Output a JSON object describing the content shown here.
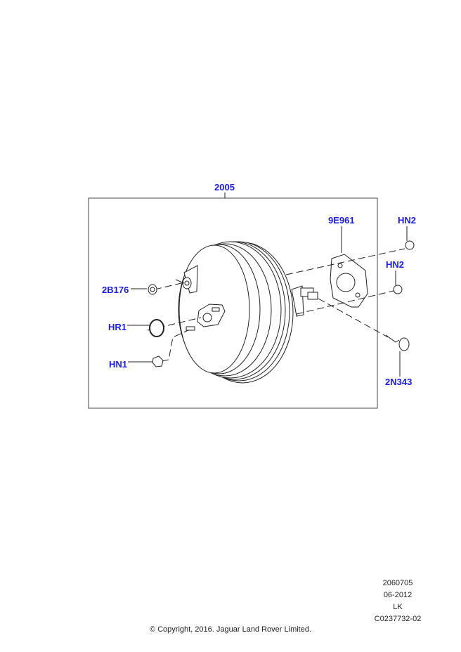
{
  "diagram": {
    "callouts": {
      "assembly": "2005",
      "bracket": "9E961",
      "nut_upper": "HN2",
      "nut_lower": "HN2",
      "seal": "2B176",
      "ring": "HR1",
      "nut_left": "HN1",
      "pin": "2N343"
    }
  },
  "footer": {
    "ref_number": "2060705",
    "date": "06-2012",
    "code": "LK",
    "doc_id": "C0237732-02",
    "copyright": "© Copyright, 2016. Jaguar Land Rover Limited."
  }
}
